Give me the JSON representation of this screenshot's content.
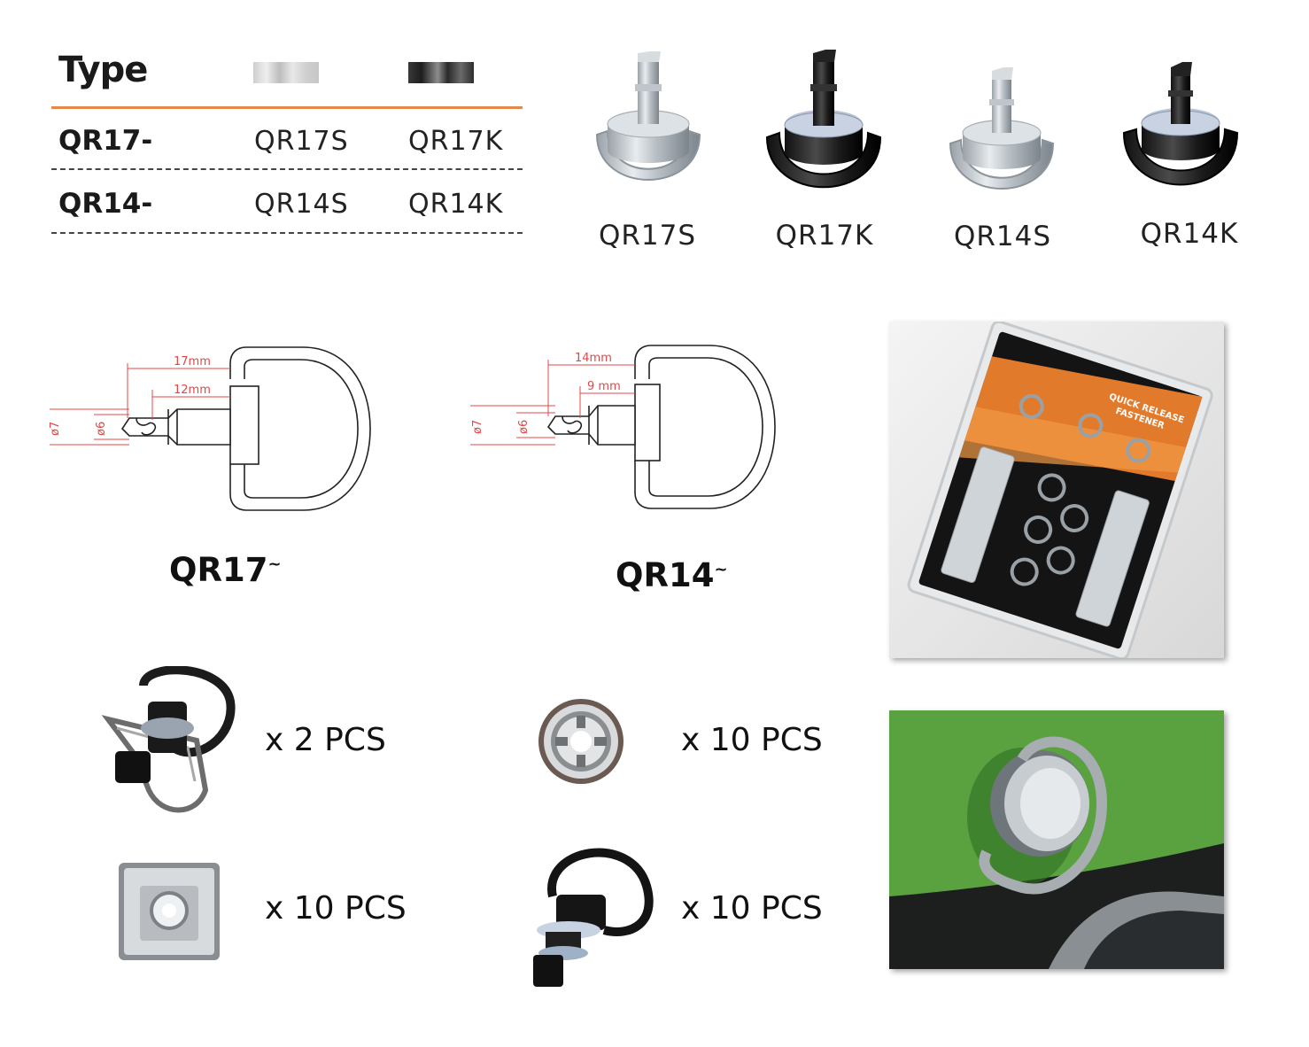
{
  "type_table": {
    "title": "Type",
    "rows": [
      {
        "head": "QR17-",
        "silver": "QR17S",
        "black": "QR17K"
      },
      {
        "head": "QR14-",
        "silver": "QR14S",
        "black": "QR14K"
      }
    ]
  },
  "products": [
    {
      "label": "QR17S"
    },
    {
      "label": "QR17K"
    },
    {
      "label": "QR14S"
    },
    {
      "label": "QR14K"
    }
  ],
  "drawings": {
    "qr17": {
      "label": "QR17",
      "mark": "~",
      "dim_long": "17mm",
      "dim_short": "12mm",
      "dia_outer": "ø7",
      "dia_inner": "ø6"
    },
    "qr14": {
      "label": "QR14",
      "mark": "~",
      "dim_long": "14mm",
      "dim_short": "9 mm",
      "dia_outer": "ø7",
      "dia_inner": "ø6"
    }
  },
  "package": {
    "line1": "QUICK RELEASE",
    "line2": "FASTENER"
  },
  "contents": [
    {
      "qty": "x 2 PCS"
    },
    {
      "qty": "x 10 PCS"
    },
    {
      "qty": "x 10 PCS"
    },
    {
      "qty": "x 10 PCS"
    }
  ],
  "colors": {
    "accent": "#e4894c",
    "dimension": "#e04848"
  }
}
